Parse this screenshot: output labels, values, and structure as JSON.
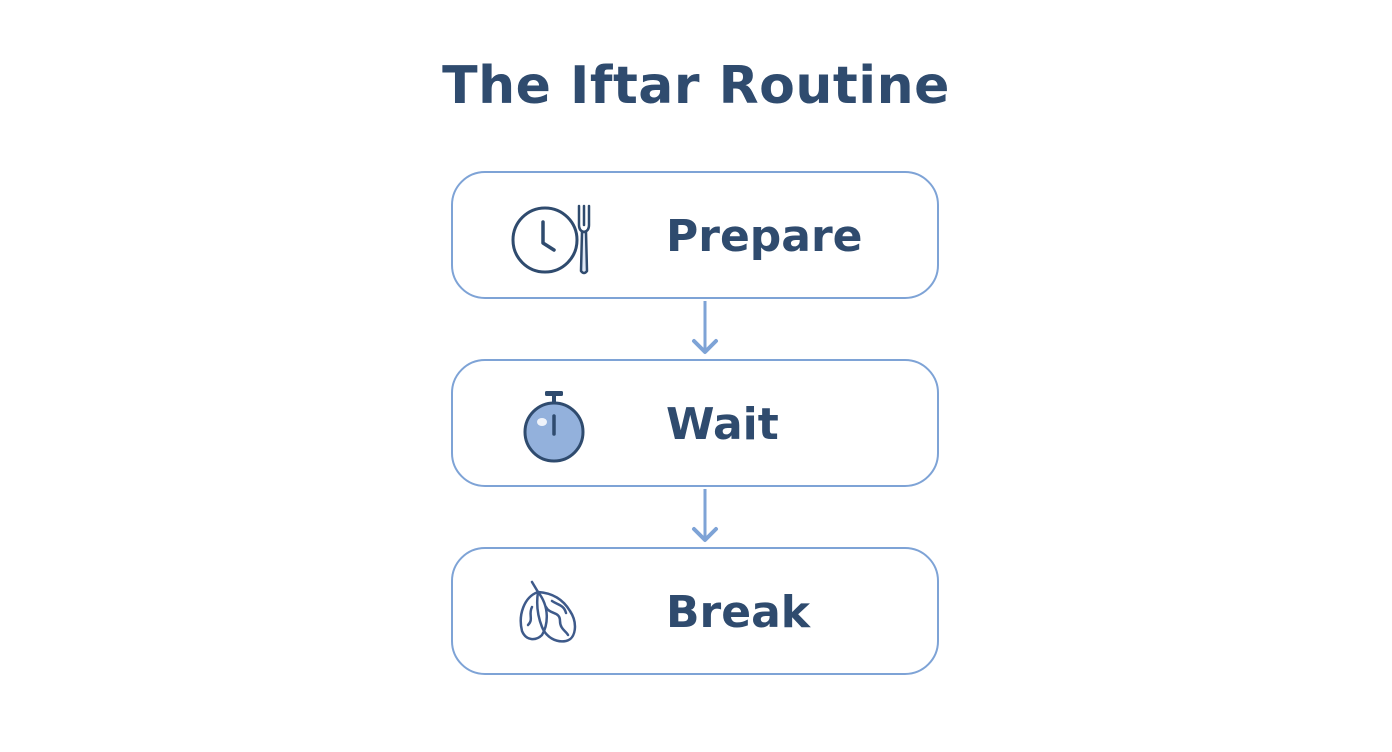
{
  "title": "The Iftar Routine",
  "steps": [
    {
      "label": "Prepare",
      "icon": "clock-fork-icon"
    },
    {
      "label": "Wait",
      "icon": "stopwatch-icon"
    },
    {
      "label": "Break",
      "icon": "dates-icon"
    }
  ],
  "colors": {
    "text": "#2f4b6e",
    "border": "#7ea3d6",
    "arrow": "#7ea3d6",
    "stopwatch_fill": "#93b1dc"
  }
}
